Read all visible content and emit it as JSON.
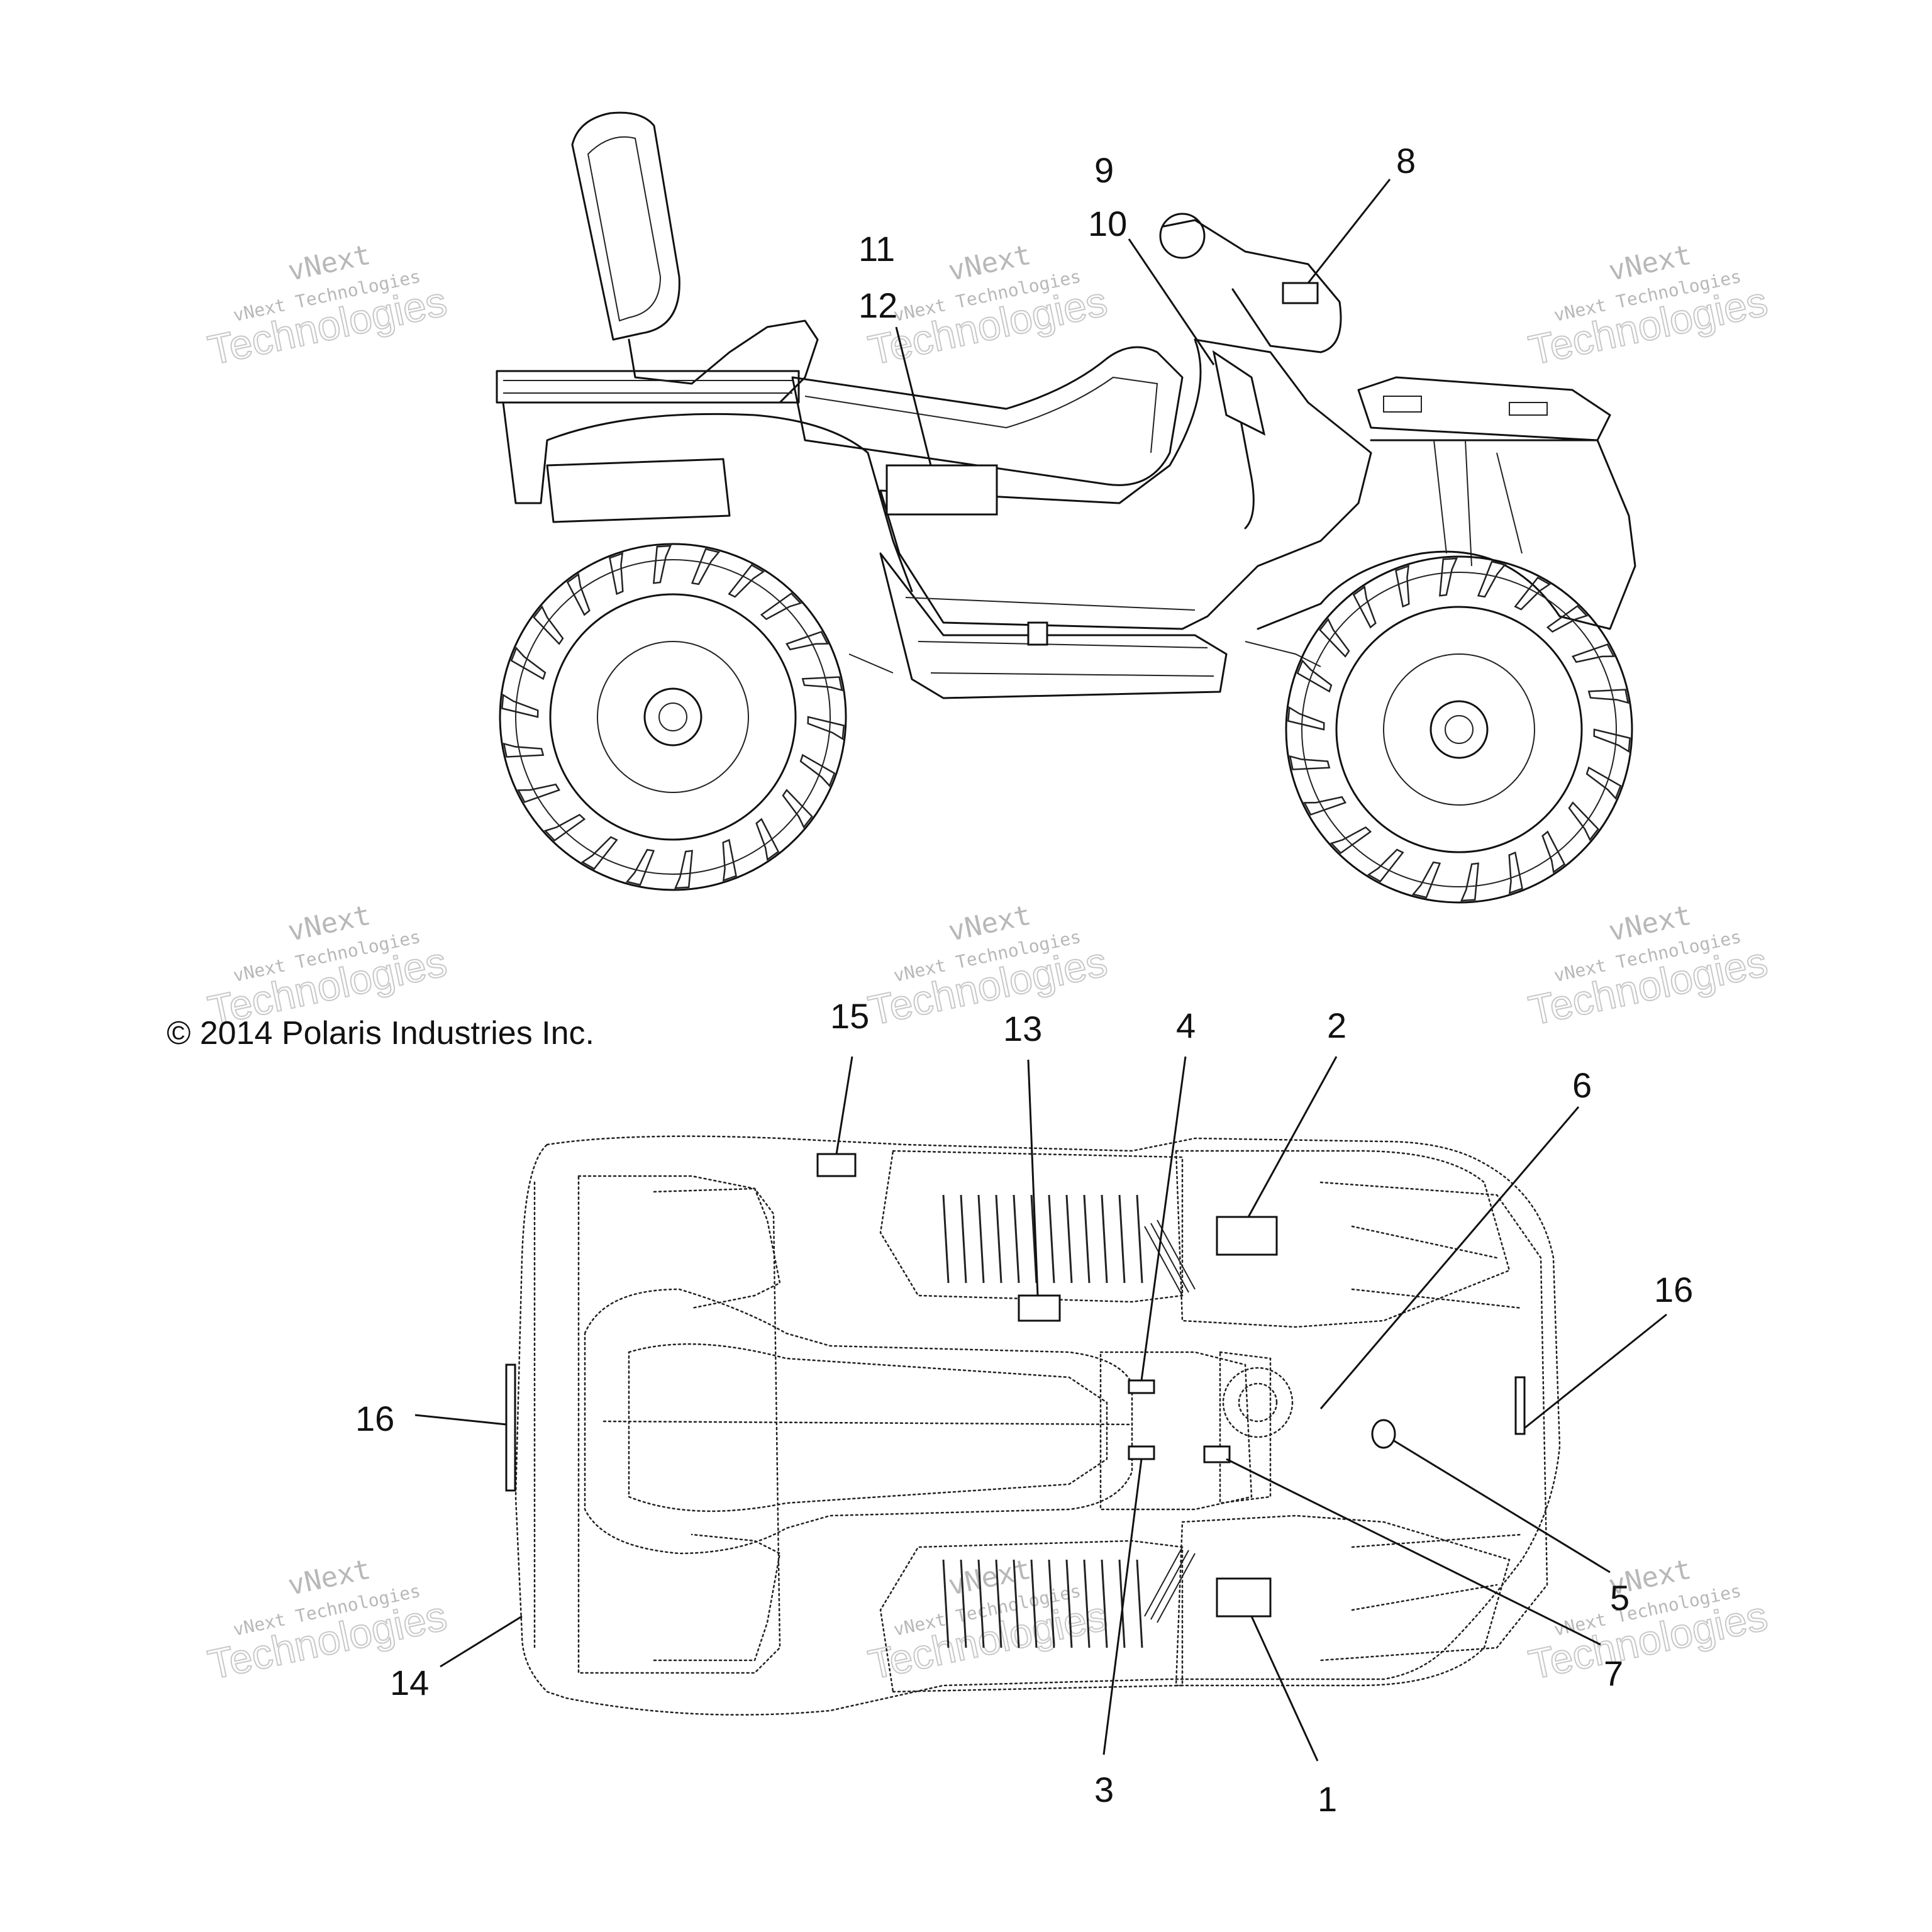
{
  "copyright": "© 2014 Polaris Industries Inc.",
  "watermark": {
    "line_small": "vNext Technologies",
    "line_top": "vNext",
    "line_big": "Technologies"
  },
  "callouts": {
    "c1": "1",
    "c2": "2",
    "c3": "3",
    "c4": "4",
    "c5": "5",
    "c6": "6",
    "c7": "7",
    "c8": "8",
    "c9": "9",
    "c10": "10",
    "c11": "11",
    "c12": "12",
    "c13": "13",
    "c14": "14",
    "c15": "15",
    "c16a": "16",
    "c16b": "16"
  }
}
